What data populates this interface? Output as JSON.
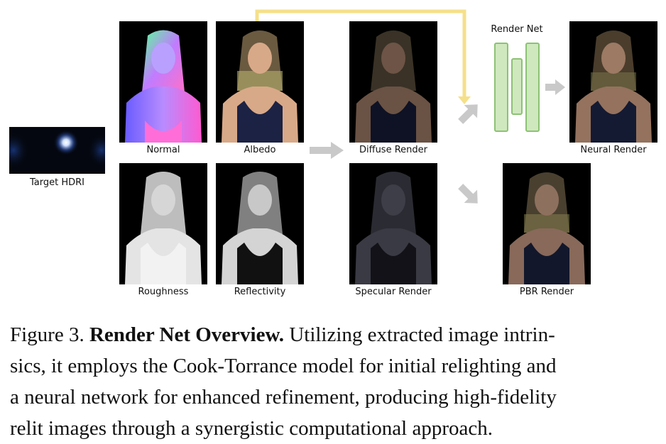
{
  "colors": {
    "accent_path": "#f5e08a",
    "net_fill": "#cfe8be",
    "net_stroke": "#8cc274",
    "arrow_gray": "#c9c9c9"
  },
  "images": {
    "hdri": {
      "label": "Target HDRI",
      "icon": "hdri-environment-map"
    },
    "normal": {
      "label": "Normal",
      "icon": "portrait-normal-map"
    },
    "albedo": {
      "label": "Albedo",
      "icon": "portrait-albedo"
    },
    "roughness": {
      "label": "Roughness",
      "icon": "portrait-roughness-map"
    },
    "reflectivity": {
      "label": "Reflectivity",
      "icon": "portrait-reflectivity-map"
    },
    "diffuse": {
      "label": "Diffuse Render",
      "icon": "portrait-diffuse-render"
    },
    "specular": {
      "label": "Specular Render",
      "icon": "portrait-specular-render"
    },
    "neural": {
      "label": "Neural Render",
      "icon": "portrait-neural-render"
    },
    "pbr": {
      "label": "PBR Render",
      "icon": "portrait-pbr-render"
    }
  },
  "render_net": {
    "label": "Render Net"
  },
  "caption": {
    "prefix": "Figure 3.",
    "title": "Render Net Overview.",
    "line1_rest": "Utilizing extracted image intrin-",
    "line2": "sics, it employs the Cook-Torrance model for initial relighting and",
    "line3": "a neural network for enhanced refinement, producing high-fidelity",
    "line4": "relit images through a synergistic computational approach."
  }
}
